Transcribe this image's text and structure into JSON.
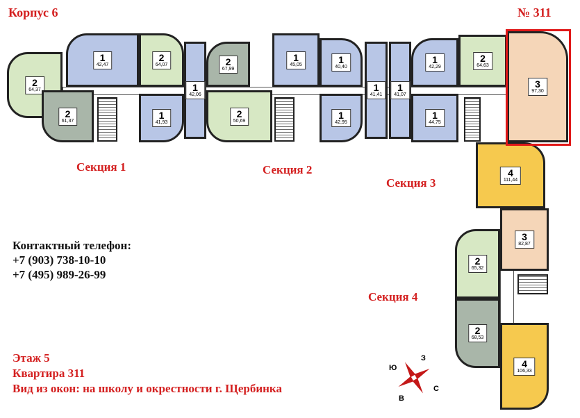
{
  "header": {
    "building": "Корпус 6",
    "apartment_number": "№ 311"
  },
  "sections": [
    "Секция 1",
    "Секция 2",
    "Секция 3",
    "Секция 4"
  ],
  "contacts": {
    "title": "Контактный телефон:",
    "phones": [
      "+7 (903) 738-10-10",
      "+7 (495) 989-26-99"
    ]
  },
  "info": {
    "floor": "Этаж 5",
    "apartment": "Квартира 311",
    "view": "Вид из окон: на школу и окрестности г. Щербинка"
  },
  "compass": {
    "n": "С",
    "s": "Ю",
    "w": "З",
    "e": "В"
  },
  "colors": {
    "green": "#d7e8c4",
    "dark": "#a9b6a9",
    "blue": "#b8c6e6",
    "peach": "#f5d6b8",
    "yellow": "#f6c94e",
    "highlight": "#e01818"
  },
  "apartments": [
    {
      "rooms": "2",
      "area": "64,37"
    },
    {
      "rooms": "1",
      "area": "42,47"
    },
    {
      "rooms": "2",
      "area": "64,07"
    },
    {
      "rooms": "1",
      "area": "42,06"
    },
    {
      "rooms": "2",
      "area": "61,37"
    },
    {
      "rooms": "1",
      "area": "41,93"
    },
    {
      "rooms": "2",
      "area": "67,99"
    },
    {
      "rooms": "2",
      "area": "50,69"
    },
    {
      "rooms": "1",
      "area": "45,05"
    },
    {
      "rooms": "1",
      "area": "40,40"
    },
    {
      "rooms": "1",
      "area": "41,41"
    },
    {
      "rooms": "1",
      "area": "41,07"
    },
    {
      "rooms": "1",
      "area": "42,95"
    },
    {
      "rooms": "1",
      "area": "42,29"
    },
    {
      "rooms": "1",
      "area": "44,75"
    },
    {
      "rooms": "2",
      "area": "64,63"
    },
    {
      "rooms": "3",
      "area": "97,30"
    },
    {
      "rooms": "4",
      "area": "111,44"
    },
    {
      "rooms": "3",
      "area": "82,87"
    },
    {
      "rooms": "2",
      "area": "65,32"
    },
    {
      "rooms": "2",
      "area": "68,53"
    },
    {
      "rooms": "4",
      "area": "106,33"
    }
  ]
}
